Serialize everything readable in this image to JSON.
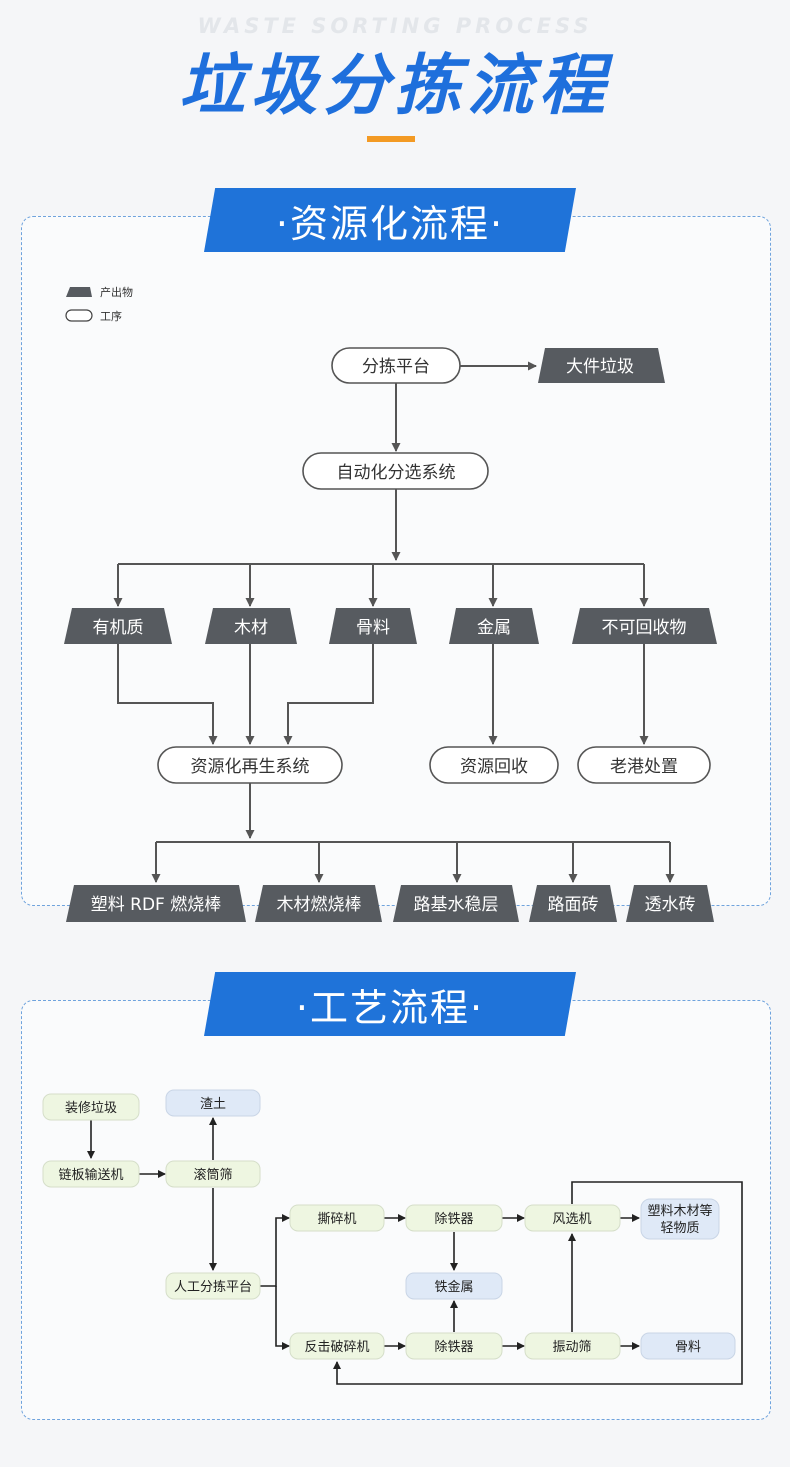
{
  "header": {
    "subtitle": "WASTE SORTING PROCESS",
    "title": "垃圾分拣流程"
  },
  "colors": {
    "accent": "#1f73d9",
    "orange": "#f39a24",
    "output_fill": "#575b60",
    "green_box": "#eef6e1",
    "blue_box": "#dfe9f7"
  },
  "section1": {
    "title": "·资源化流程·",
    "legend": {
      "output_label": "产出物",
      "process_label": "工序"
    },
    "nodes": {
      "sorting_platform": "分拣平台",
      "bulky_waste": "大件垃圾",
      "auto_sorting": "自动化分选系统",
      "organic": "有机质",
      "wood": "木材",
      "aggregate": "骨料",
      "metal": "金属",
      "non_recyclable": "不可回收物",
      "recycling_system": "资源化再生系统",
      "resource_recovery": "资源回收",
      "laogang_disposal": "老港处置",
      "plastic_rdf": "塑料 RDF 燃烧棒",
      "wood_rod": "木材燃烧棒",
      "road_base": "路基水稳层",
      "paving_brick": "路面砖",
      "permeable_brick": "透水砖"
    }
  },
  "section2": {
    "title": "·工艺流程·",
    "nodes": {
      "renovation_waste": "装修垃圾",
      "muck": "渣土",
      "chain_conveyor": "链板输送机",
      "drum_screen": "滚筒筛",
      "manual_sorting": "人工分拣平台",
      "shredder": "撕碎机",
      "iron_remover_1": "除铁器",
      "air_separator": "风选机",
      "light_material_line1": "塑料木材等",
      "light_material_line2": "轻物质",
      "ferrous_metal": "铁金属",
      "impact_crusher": "反击破碎机",
      "iron_remover_2": "除铁器",
      "vibrating_screen": "振动筛",
      "aggregate": "骨料"
    }
  }
}
